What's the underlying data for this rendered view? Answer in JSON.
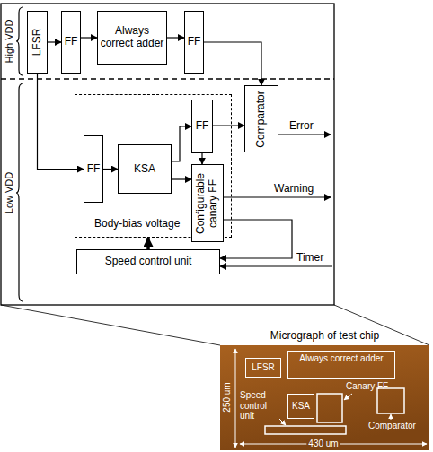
{
  "diagram": {
    "nodes": [
      {
        "text": [
          "LFSR"
        ]
      },
      {
        "text": [
          "FF"
        ]
      },
      {
        "text": [
          "Always correct adder"
        ]
      },
      {
        "text": [
          "FF"
        ]
      },
      {
        "text": [
          "Body-bias voltage"
        ]
      },
      {
        "text": [
          "FF"
        ],
        "in": 4
      },
      {
        "text": [
          "KSA"
        ],
        "in": 4
      },
      {
        "text": [
          "FF"
        ],
        "in": 4
      },
      {
        "text": [
          "Configurable canary FF"
        ],
        "in": 4
      },
      {
        "text": [
          "Comparator"
        ]
      },
      {
        "text": [
          "Speed control unit"
        ]
      },
      {
        "text": [
          "Micrograph of test chip"
        ]
      },
      {
        "text": [
          "LFSR"
        ],
        "in": 11
      },
      {
        "text": [
          "Always correct adder"
        ],
        "in": 11
      },
      {
        "text": [
          "KSA"
        ],
        "in": 11
      }
    ],
    "edges": [
      {
        "from": 0,
        "to": 1,
        "arrow": "to"
      },
      {
        "from": 0,
        "to": 5,
        "arrow": "to"
      },
      {
        "from": 1,
        "to": 2,
        "arrow": "to"
      },
      {
        "from": 2,
        "to": 3,
        "arrow": "to"
      },
      {
        "from": 3,
        "to": 9,
        "arrow": "to"
      },
      {
        "from": 5,
        "to": 6,
        "arrow": "to"
      },
      {
        "from": 6,
        "to": 7,
        "arrow": "to"
      },
      {
        "from": 6,
        "to": 8,
        "arrow": "to"
      },
      {
        "from": 7,
        "to": 9,
        "arrow": "to"
      },
      {
        "from": 7,
        "to": 8,
        "arrow": "to"
      },
      {
        "from": 8,
        "to": 10,
        "arrow": "to"
      },
      {
        "from": 10,
        "to": 4,
        "arrow": "to"
      }
    ],
    "labels": [
      "High VDD",
      "Low VDD",
      "Error",
      "Warning",
      "Timer",
      "Canary FF",
      "Speed control unit",
      "Comparator",
      "250 um",
      "430 um"
    ]
  }
}
